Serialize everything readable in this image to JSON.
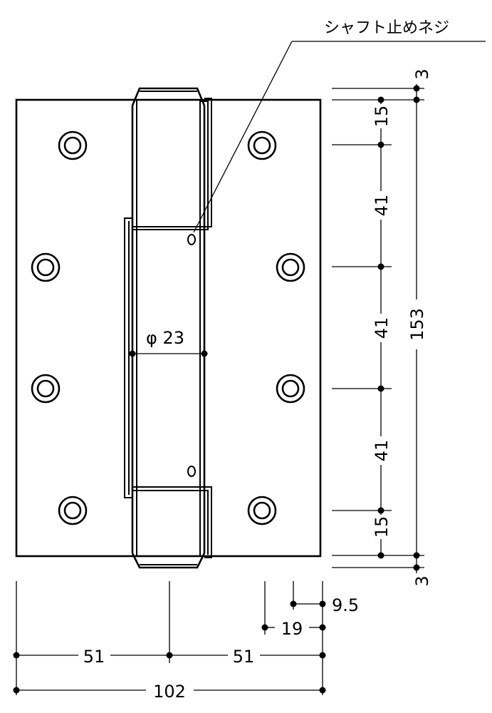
{
  "callout": {
    "label": "シャフト止めネジ"
  },
  "diameter": {
    "label": "φ 23"
  },
  "vertical_dims": {
    "top_gap": "3",
    "seg_1": "15",
    "seg_2": "41",
    "seg_3": "41",
    "seg_4": "41",
    "seg_5": "15",
    "bottom_gap": "3",
    "overall": "153"
  },
  "horizontal_dims": {
    "offset_a": "9.5",
    "offset_b": "19",
    "half_left": "51",
    "half_right": "51",
    "overall": "102"
  }
}
